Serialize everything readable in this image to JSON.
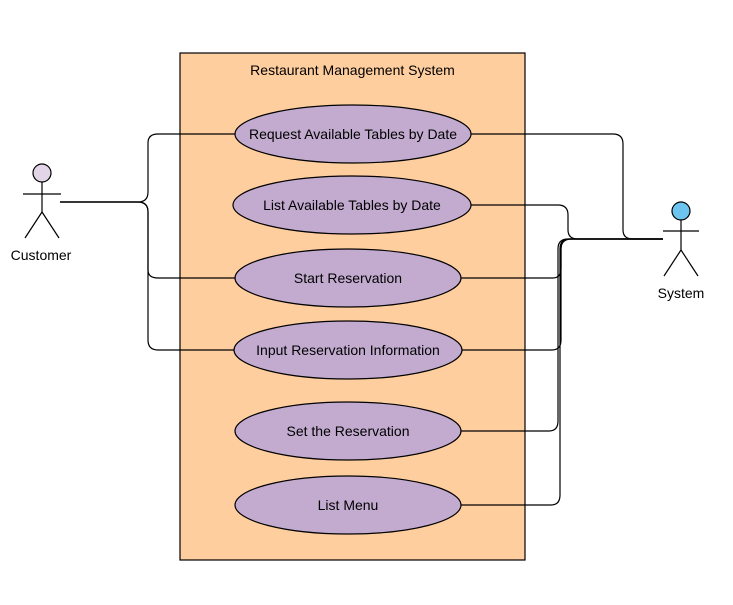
{
  "system": {
    "title": "Restaurant Management System",
    "fill": "#FFCE9F"
  },
  "actors": {
    "customer": {
      "label": "Customer",
      "head_color": "#E1D5E7"
    },
    "system": {
      "label": "System",
      "head_color": "#6CC4EF"
    }
  },
  "use_cases": [
    {
      "label": "Request Available Tables by Date"
    },
    {
      "label": "List Available Tables by Date"
    },
    {
      "label": "Start Reservation"
    },
    {
      "label": "Input Reservation Information"
    },
    {
      "label": "Set the Reservation"
    },
    {
      "label": "List Menu"
    }
  ],
  "colors": {
    "use_case_fill": "#C3ABD0",
    "line": "#000000"
  }
}
